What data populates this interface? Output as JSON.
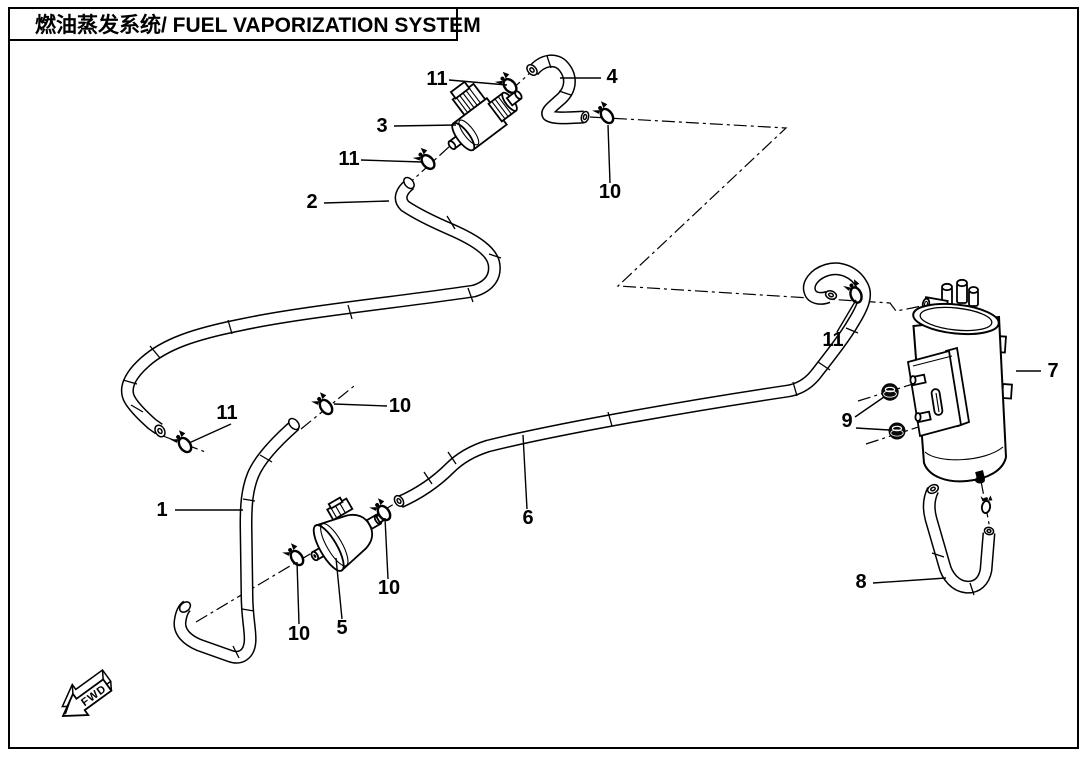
{
  "title": {
    "text": "燃油蒸发系统/ FUEL VAPORIZATION SYSTEM"
  },
  "fwd_marker": {
    "text": "FWD"
  },
  "callouts": [
    {
      "part": "11"
    },
    {
      "part": "4"
    },
    {
      "part": "3"
    },
    {
      "part": "11"
    },
    {
      "part": "2"
    },
    {
      "part": "10"
    },
    {
      "part": "11"
    },
    {
      "part": "10"
    },
    {
      "part": "1"
    },
    {
      "part": "10"
    },
    {
      "part": "5"
    },
    {
      "part": "10"
    },
    {
      "part": "6"
    },
    {
      "part": "11"
    },
    {
      "part": "7"
    },
    {
      "part": "9"
    },
    {
      "part": "8"
    }
  ]
}
